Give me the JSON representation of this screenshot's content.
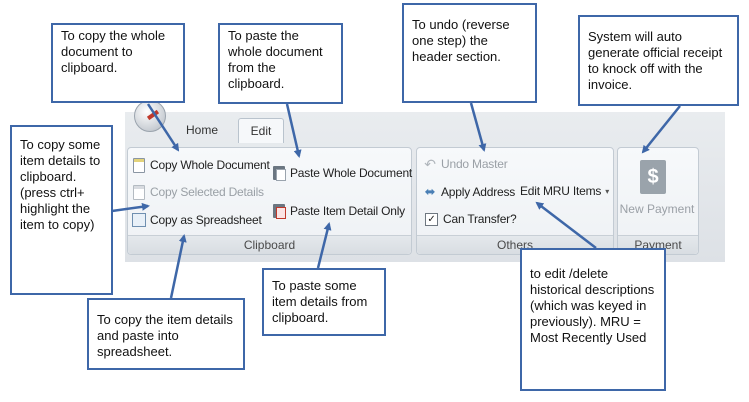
{
  "ribbon": {
    "tabs": [
      {
        "label": "Home"
      },
      {
        "label": "Edit"
      }
    ],
    "clipboard": {
      "label": "Clipboard",
      "copy_whole": "Copy Whole Document",
      "copy_selected": "Copy Selected Details",
      "copy_spreadsheet": "Copy as Spreadsheet",
      "paste_whole": "Paste Whole Document",
      "paste_item": "Paste Item Detail Only"
    },
    "others": {
      "label": "Others",
      "undo_master": "Undo Master",
      "apply_address": "Apply Address",
      "edit_mru": "Edit MRU Items",
      "can_transfer": "Can Transfer?"
    },
    "payment": {
      "label": "Payment",
      "new_payment": "New Payment",
      "icon_glyph": "$"
    }
  },
  "callouts": {
    "copy_whole": "To copy the whole document to clipboard.",
    "paste_whole": "To paste the whole document from the clipboard.",
    "undo": "To undo (reverse one step) the header section.",
    "payment": "System will auto generate official receipt to knock off with the invoice.",
    "copy_some": "To copy some item details to clipboard. (press ctrl+ highlight the item to copy)",
    "spreadsheet": "To copy the item details and paste into spreadsheet.",
    "paste_some": "To paste some item details from clipboard.",
    "mru": "to edit /delete historical descriptions (which was keyed in previously). MRU = Most Recently Used"
  },
  "colors": {
    "callout_border": "#3e67a8",
    "arrow": "#3e67a8"
  }
}
